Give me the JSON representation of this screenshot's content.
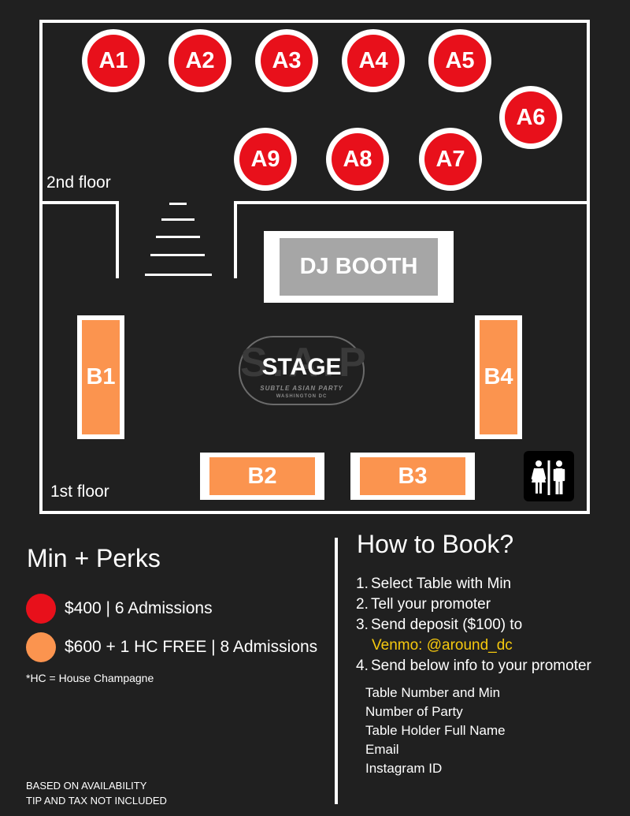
{
  "floorplan": {
    "second_floor_label": "2nd floor",
    "first_floor_label": "1st floor",
    "dj_booth_label": "DJ BOOTH",
    "stage_label": "STAGE",
    "logo": {
      "letters": "S.A.P",
      "name": "SUBTLE ASIAN PARTY",
      "city": "WASHINGTON DC"
    },
    "tables_a": [
      {
        "label": "A1"
      },
      {
        "label": "A2"
      },
      {
        "label": "A3"
      },
      {
        "label": "A4"
      },
      {
        "label": "A5"
      },
      {
        "label": "A6"
      },
      {
        "label": "A7"
      },
      {
        "label": "A8"
      },
      {
        "label": "A9"
      }
    ],
    "tables_b": [
      {
        "label": "B1"
      },
      {
        "label": "B2"
      },
      {
        "label": "B3"
      },
      {
        "label": "B4"
      }
    ],
    "restroom_icon": "restroom-icon"
  },
  "perks": {
    "title": "Min + Perks",
    "items": [
      {
        "color": "#e8101b",
        "text": "$400 | 6 Admissions"
      },
      {
        "color": "#fb944f",
        "text": "$600 + 1 HC FREE | 8 Admissions"
      }
    ],
    "footnote": "*HC = House Champagne"
  },
  "footer": {
    "line1": "BASED ON AVAILABILITY",
    "line2": "TIP AND TAX NOT INCLUDED"
  },
  "booking": {
    "title": "How to Book?",
    "steps": [
      {
        "num": "1.",
        "text": "Select Table with Min"
      },
      {
        "num": "2.",
        "text": "Tell your promoter"
      },
      {
        "num": "3.",
        "text": "Send deposit ($100) to"
      },
      {
        "num": "4.",
        "text": "Send below info to your promoter"
      }
    ],
    "venmo": "Venmo: @around_dc",
    "info_items": [
      "Table Number and Min",
      "Number of Party",
      "Table Holder Full Name",
      "Email",
      "Instagram ID"
    ]
  },
  "colors": {
    "background": "#202020",
    "a_table": "#e8101b",
    "b_table": "#fb944f",
    "dj_booth": "#a6a6a6",
    "venmo": "#f6c90e"
  }
}
